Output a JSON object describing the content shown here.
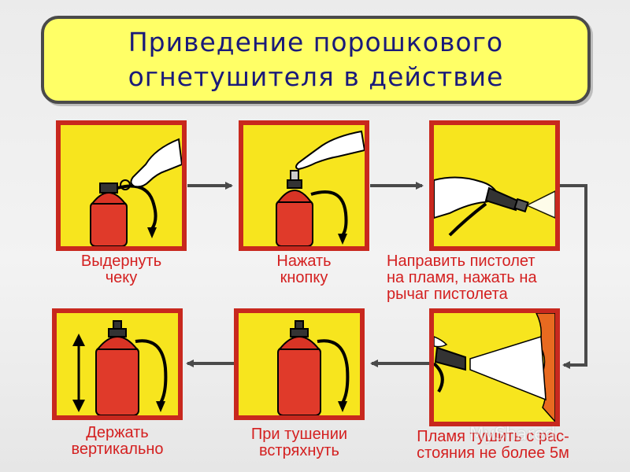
{
  "title": {
    "line1": "Приведение порошкового",
    "line2": "огнетушителя в действие"
  },
  "steps": [
    {
      "lines": [
        "Выдернуть",
        "чеку"
      ],
      "icon": "extinguisher-pull-pin-icon"
    },
    {
      "lines": [
        "Нажать",
        "кнопку"
      ],
      "icon": "extinguisher-press-button-icon"
    },
    {
      "lines": [
        "Направить пистолет",
        "на пламя, нажать на",
        "рычаг пистолета"
      ],
      "icon": "nozzle-aim-icon"
    },
    {
      "lines": [
        "Пламя тушить с рас-",
        "стояния не более 5м"
      ],
      "icon": "nozzle-spray-flame-icon"
    },
    {
      "lines": [
        "При тушении",
        "встряхнуть"
      ],
      "icon": "extinguisher-shake-icon"
    },
    {
      "lines": [
        "Держать",
        "вертикально"
      ],
      "icon": "extinguisher-vertical-icon"
    }
  ],
  "watermark": "MyShared",
  "colors": {
    "banner": "#ffff66",
    "title_text": "#1a1a7a",
    "frame": "#c8281e",
    "panel": "#f7e51e",
    "caption": "#d42020",
    "arrow": "#4a4a4a"
  }
}
